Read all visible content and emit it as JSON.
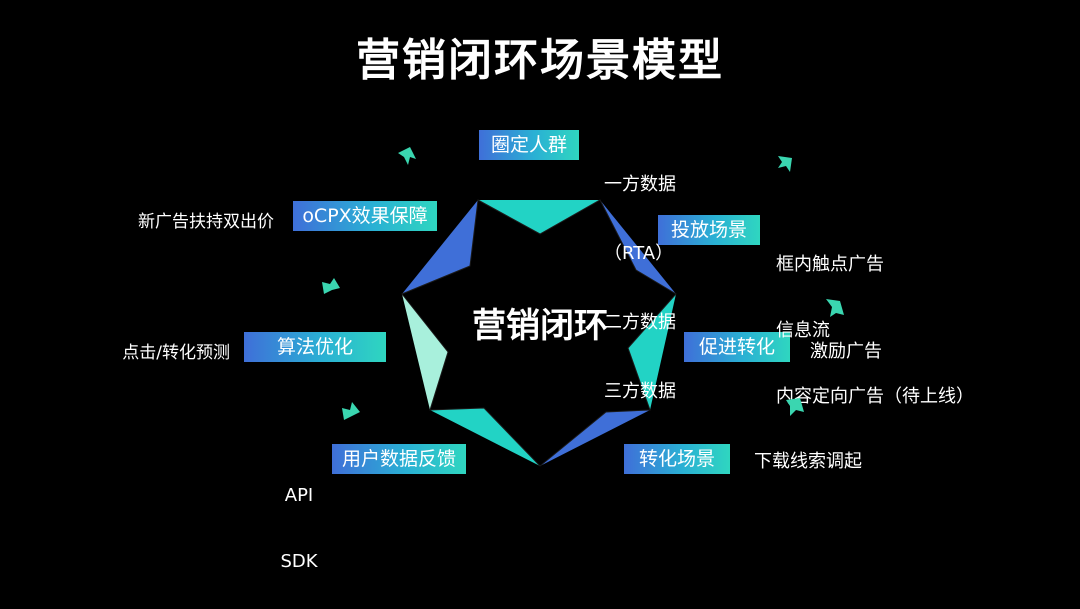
{
  "title": "营销闭环场景模型",
  "center_label": "营销闭环",
  "stages": {
    "audience": "圈定人群",
    "placement": "投放场景",
    "conversion_promote": "促进转化",
    "conversion_scene": "转化场景",
    "feedback": "用户数据反馈",
    "algorithm": "算法优化",
    "ocpx": "oCPX效果保障"
  },
  "notes": {
    "audience_data": [
      "一方数据",
      "（RTA）",
      "二方数据",
      "三方数据"
    ],
    "placement_types": [
      "框内触点广告",
      "信息流",
      "内容定向广告（待上线）"
    ],
    "incentive": "激励广告",
    "download": "下载线索调起",
    "api_sdk": [
      "API",
      "SDK"
    ],
    "predict": "点击/转化预测",
    "new_ad": "新广告扶持双出价"
  },
  "colors": {
    "teal": "#22d3c5",
    "blue": "#3f6fd8",
    "mint": "#a8f0dc",
    "arrow": "#3ad6b0"
  }
}
